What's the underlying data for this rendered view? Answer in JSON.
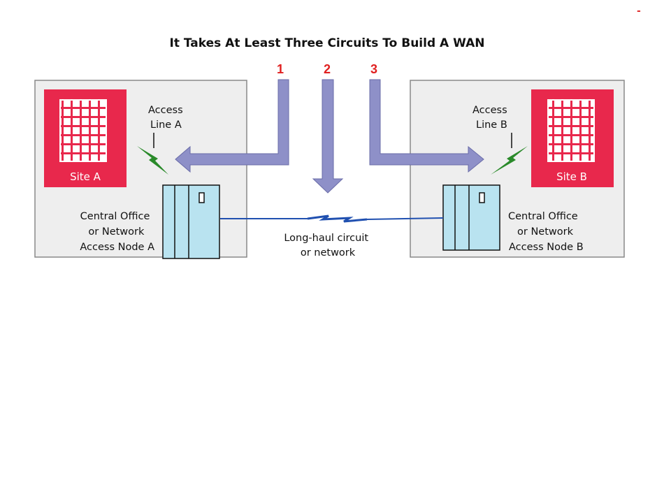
{
  "title": "It Takes At Least Three Circuits To Build A WAN",
  "corner_mark": "-",
  "circuit_numbers": [
    "1",
    "2",
    "3"
  ],
  "site_a": {
    "label": "Site A",
    "access_line": [
      "Access",
      "Line A"
    ],
    "node": [
      "Central Office",
      "or Network",
      "Access Node A"
    ]
  },
  "site_b": {
    "label": "Site B",
    "access_line": [
      "Access",
      "Line B"
    ],
    "node": [
      "Central Office",
      "or Network",
      "Access Node B"
    ]
  },
  "long_haul": [
    "Long-haul circuit",
    "or network"
  ],
  "colors": {
    "panel": "#eeeeee",
    "panel_border": "#888888",
    "site": "#e8284c",
    "node": "#b9e3f0",
    "arrow": "#8e90c8",
    "number": "#e02020",
    "line": "#2050b0",
    "lightning": "#2a8a2a"
  }
}
